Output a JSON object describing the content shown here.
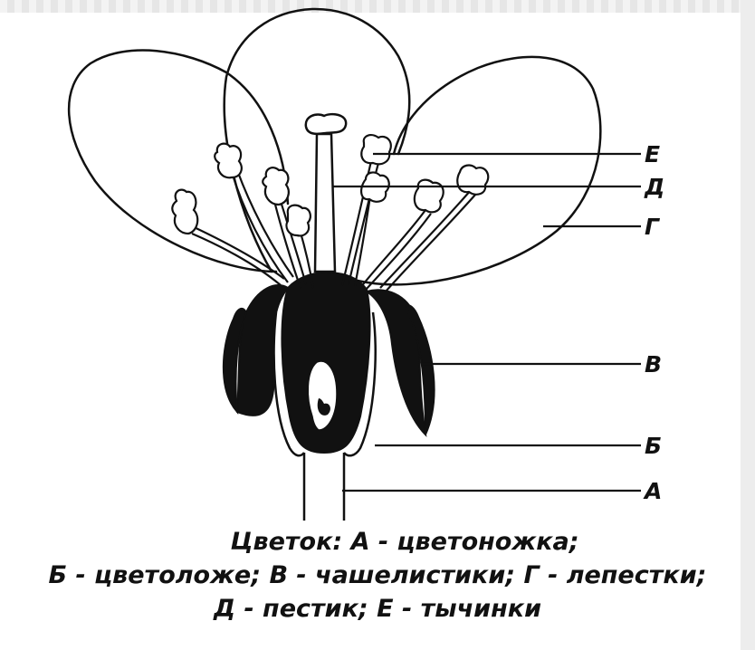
{
  "diagram": {
    "labels": {
      "E": "Е",
      "D": "Д",
      "G": "Г",
      "V": "В",
      "B": "Б",
      "A": "А"
    }
  },
  "caption": {
    "line1": "Цветок: А - цветоножка;",
    "line2": "Б - цветоложе; В - чашелистики; Г - лепестки;",
    "line3": "Д - пестик; Е - тычинки"
  }
}
